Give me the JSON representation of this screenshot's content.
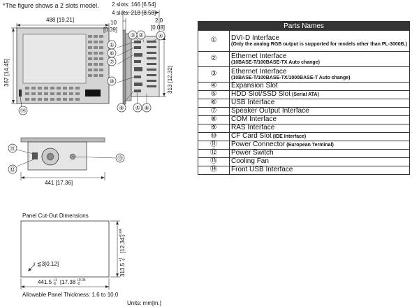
{
  "figure_note": "*The figure shows a 2 slots model.",
  "front_view": {
    "width_dim": "488 [19.21]",
    "height_dim": "367 [14.45]"
  },
  "side_view": {
    "slots2_dim": "2 slots: 166 [6.54]",
    "slots4_dim": "4 slots: 218 [8.58]",
    "dim_10": "10",
    "dim_10_in": "[0.39]",
    "dim_2": "2.0",
    "dim_2_in": "[0.08]",
    "dim_313": "313 [12.32]"
  },
  "bottom_view": {
    "width_dim": "441 [17.36]"
  },
  "callouts": [
    "①",
    "②",
    "③",
    "④",
    "⑤",
    "⑥",
    "⑦",
    "⑧",
    "⑨",
    "⑩",
    "⑪",
    "⑫",
    "⑬",
    "⑭"
  ],
  "cutout": {
    "title": "Panel Cut-Out Dimensions",
    "radius": "r ≦3[0.12]",
    "width": "441.5",
    "width_tol_plus": "+1",
    "width_tol_minus": "-0",
    "width_in": "[17.38",
    "width_in_tol_plus": "+0.04",
    "width_in_tol_minus": "-0",
    "height": "313.5",
    "height_tol_plus": "+1",
    "height_tol_minus": "-0",
    "height_in": "[12.34",
    "height_in_tol_plus": "+0.04",
    "height_in_tol_minus": "-0",
    "thickness": "Allowable Panel Thickness: 1.6 to 10.0"
  },
  "units": "Units: mm[in.]",
  "parts_table": {
    "header": "Parts Names",
    "rows": [
      {
        "num": "①",
        "name": "DVI-D Interface",
        "note": "(Only the analog RGB output is supported for models other than PL-3000B.)"
      },
      {
        "num": "②",
        "name": "Ethernet Interface",
        "note": "(10BASE-T/100BASE-TX Auto change)"
      },
      {
        "num": "③",
        "name": "Ethernet Interface",
        "note": "(10BASE-T/100BASE-TX/1000BASE-T Auto change)"
      },
      {
        "num": "④",
        "name": "Expansion Slot",
        "note": ""
      },
      {
        "num": "⑤",
        "name": "HDD Slot/SSD Slot",
        "inline": "(Serial ATA)"
      },
      {
        "num": "⑥",
        "name": "USB Interface",
        "note": ""
      },
      {
        "num": "⑦",
        "name": "Speaker Output Interface",
        "note": ""
      },
      {
        "num": "⑧",
        "name": "COM Interface",
        "note": ""
      },
      {
        "num": "⑨",
        "name": "RAS Interface",
        "note": ""
      },
      {
        "num": "⑩",
        "name": "CF Card Slot",
        "inline": "(IDE Interface)"
      },
      {
        "num": "⑪",
        "name": "Power Connector",
        "inline": "(European Terminal)"
      },
      {
        "num": "⑫",
        "name": "Power Switch",
        "note": ""
      },
      {
        "num": "⑬",
        "name": "Cooling Fan",
        "note": ""
      },
      {
        "num": "⑭",
        "name": "Front USB Interface",
        "note": ""
      }
    ]
  }
}
